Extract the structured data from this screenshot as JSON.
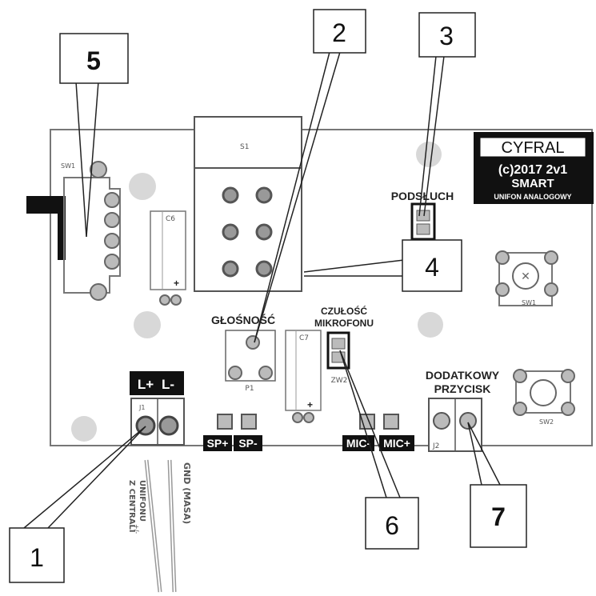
{
  "board": {
    "logo_brand": "CYFRAL",
    "logo_version": "(c)2017 2v1",
    "logo_model": "SMART",
    "logo_sub": "UNIFON ANALOGOWY"
  },
  "labels": {
    "podsluch": "PODSŁUCH",
    "glosnosc": "GŁOŚNOŚĆ",
    "czulosc_1": "CZUŁOŚĆ",
    "czulosc_2": "MIKROFONU",
    "dodatkowy_1": "DODATKOWY",
    "dodatkowy_2": "PRZYCISK",
    "l_plus": "L+",
    "l_minus": "L-",
    "sp_plus": "SP+",
    "sp_minus": "SP-",
    "mic_minus": "MIC-",
    "mic_plus": "MIC+",
    "wire_1a": "UNIFONU",
    "wire_1b": "Z CENTRALI",
    "wire_2": "GND (MASA)",
    "wire_prefix": "+/-"
  },
  "components": {
    "s1": "S1",
    "sw1": "SW1",
    "c6": "C6",
    "c6_plus": "+",
    "c7": "C7",
    "c7_plus": "+",
    "p1": "P1",
    "j1": "J1",
    "j2": "J2",
    "zw2": "ZW2",
    "sw_right1": "SW1",
    "sw_right2": "SW2"
  },
  "callouts": [
    "1",
    "2",
    "3",
    "4",
    "5",
    "6",
    "7"
  ]
}
